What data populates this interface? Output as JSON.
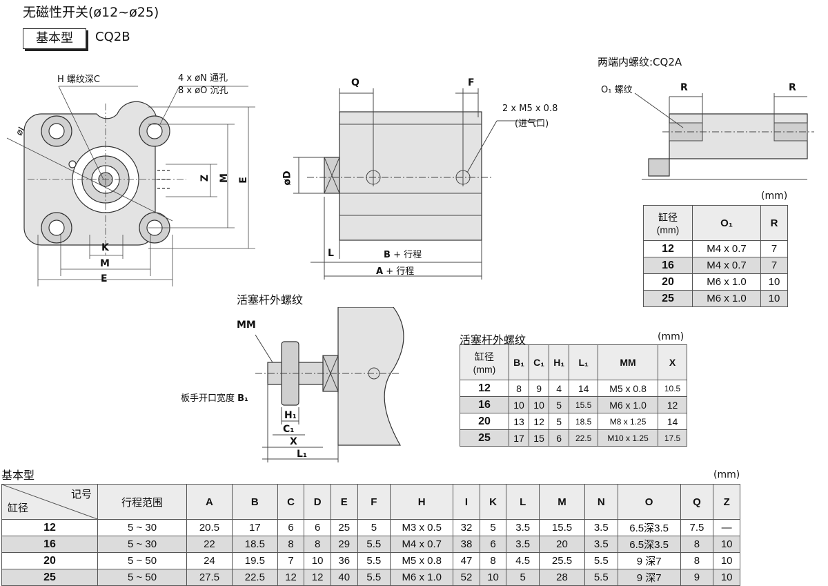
{
  "header": {
    "title": "无磁性开关(ø12~ø25)",
    "badge": "基本型",
    "model": "CQ2B"
  },
  "front_view": {
    "h_thread": "H 螺纹深C",
    "holes_1": "4 x øN 通孔",
    "holes_2": "8 x øO 沉孔",
    "dim_i": "øI",
    "dim_z": "Z",
    "dim_m_v": "M",
    "dim_e_v": "E",
    "dim_k": "K",
    "dim_m_h": "M",
    "dim_e_h": "E"
  },
  "side_view": {
    "dim_q": "Q",
    "dim_f": "F",
    "port_1": "2 x M5 x 0.8",
    "port_2": "(进气口)",
    "dim_d": "øD",
    "dim_l": "L",
    "dim_b_key": "B",
    "dim_b_suffix": "+ 行程",
    "dim_a_key": "A",
    "dim_a_suffix": "+ 行程"
  },
  "cq2a_view": {
    "title": "两端内螺纹:CQ2A",
    "o1_label": "O₁ 螺纹",
    "dim_r1": "R",
    "dim_r2": "R"
  },
  "cq2a_table": {
    "unit": "(mm)",
    "headers": [
      "缸径\n(mm)",
      "O₁",
      "R"
    ],
    "rows": [
      [
        "12",
        "M4 x 0.7",
        "7"
      ],
      [
        "16",
        "M4 x 0.7",
        "7"
      ],
      [
        "20",
        "M6 x 1.0",
        "10"
      ],
      [
        "25",
        "M6 x 1.0",
        "10"
      ]
    ]
  },
  "rod_view": {
    "title": "活塞杆外螺纹",
    "mm": "MM",
    "wrench_label": "板手开口宽度",
    "wrench_key": "B₁",
    "dim_h1": "H₁",
    "dim_c1": "C₁",
    "dim_x": "X",
    "dim_l1": "L₁"
  },
  "rod_table": {
    "title": "活塞杆外螺纹",
    "unit": "(mm)",
    "headers": [
      "缸径\n(mm)",
      "B₁",
      "C₁",
      "H₁",
      "L₁",
      "MM",
      "X"
    ],
    "rows": [
      [
        "12",
        "8",
        "9",
        "4",
        "14",
        "M5 x 0.8",
        "10.5"
      ],
      [
        "16",
        "10",
        "10",
        "5",
        "15.5",
        "M6 x 1.0",
        "12"
      ],
      [
        "20",
        "13",
        "12",
        "5",
        "18.5",
        "M8 x 1.25",
        "14"
      ],
      [
        "25",
        "17",
        "15",
        "6",
        "22.5",
        "M10 x 1.25",
        "17.5"
      ]
    ]
  },
  "main_table": {
    "title": "基本型",
    "unit": "(mm)",
    "corner_top": "记号",
    "corner_bottom": "缸径",
    "headers": [
      "行程范围",
      "A",
      "B",
      "C",
      "D",
      "E",
      "F",
      "H",
      "I",
      "K",
      "L",
      "M",
      "N",
      "O",
      "Q",
      "Z"
    ],
    "rows": [
      [
        "12",
        "5 ~ 30",
        "20.5",
        "17",
        "6",
        "6",
        "25",
        "5",
        "M3 x 0.5",
        "32",
        "5",
        "3.5",
        "15.5",
        "3.5",
        "6.5深3.5",
        "7.5",
        "—"
      ],
      [
        "16",
        "5 ~ 30",
        "22",
        "18.5",
        "8",
        "8",
        "29",
        "5.5",
        "M4 x 0.7",
        "38",
        "6",
        "3.5",
        "20",
        "3.5",
        "6.5深3.5",
        "8",
        "10"
      ],
      [
        "20",
        "5 ~ 50",
        "24",
        "19.5",
        "7",
        "10",
        "36",
        "5.5",
        "M5 x 0.8",
        "47",
        "8",
        "4.5",
        "25.5",
        "5.5",
        "9 深7",
        "8",
        "10"
      ],
      [
        "25",
        "5 ~ 50",
        "27.5",
        "22.5",
        "12",
        "12",
        "40",
        "5.5",
        "M6 x 1.0",
        "52",
        "10",
        "5",
        "28",
        "5.5",
        "9 深7",
        "9",
        "10"
      ]
    ]
  }
}
